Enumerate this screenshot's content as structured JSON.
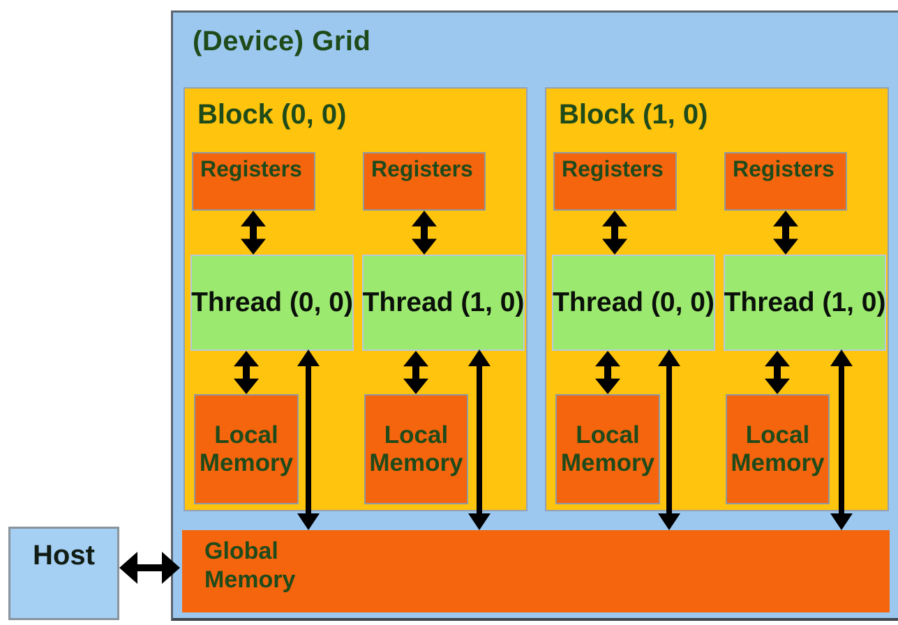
{
  "diagram": {
    "grid": {
      "title": "(Device) Grid"
    },
    "blocks": [
      {
        "title": "Block (0, 0)",
        "registers": [
          "Registers",
          "Registers"
        ],
        "threads": [
          "Thread (0, 0)",
          "Thread (1, 0)"
        ],
        "local_memories": [
          {
            "line1": "Local",
            "line2": "Memory"
          },
          {
            "line1": "Local",
            "line2": "Memory"
          }
        ]
      },
      {
        "title": "Block (1, 0)",
        "registers": [
          "Registers",
          "Registers"
        ],
        "threads": [
          "Thread (0, 0)",
          "Thread (1, 0)"
        ],
        "local_memories": [
          {
            "line1": "Local",
            "line2": "Memory"
          },
          {
            "line1": "Local",
            "line2": "Memory"
          }
        ]
      }
    ],
    "global_memory": {
      "line1": "Global",
      "line2": "Memory"
    },
    "host": {
      "label": "Host"
    }
  },
  "colors": {
    "page-bg": "#FFFFFF",
    "grid-fill": "#9CC8F0",
    "grid-border": "#5B6570",
    "block-fill": "#FFC40D",
    "block-border": "#93A1B4",
    "memory-fill": "#F5650D",
    "box-border": "#8F9AA3",
    "thread-fill": "#9CE96F",
    "thread-border": "#B7C9DE",
    "host-fill": "#A5CFF3",
    "host-border": "#8A949C",
    "label-green": "#1F4A1A",
    "thread-text": "#0A0F0A",
    "host-text": "#111C14",
    "arrow-black": "#0B0B0B"
  }
}
